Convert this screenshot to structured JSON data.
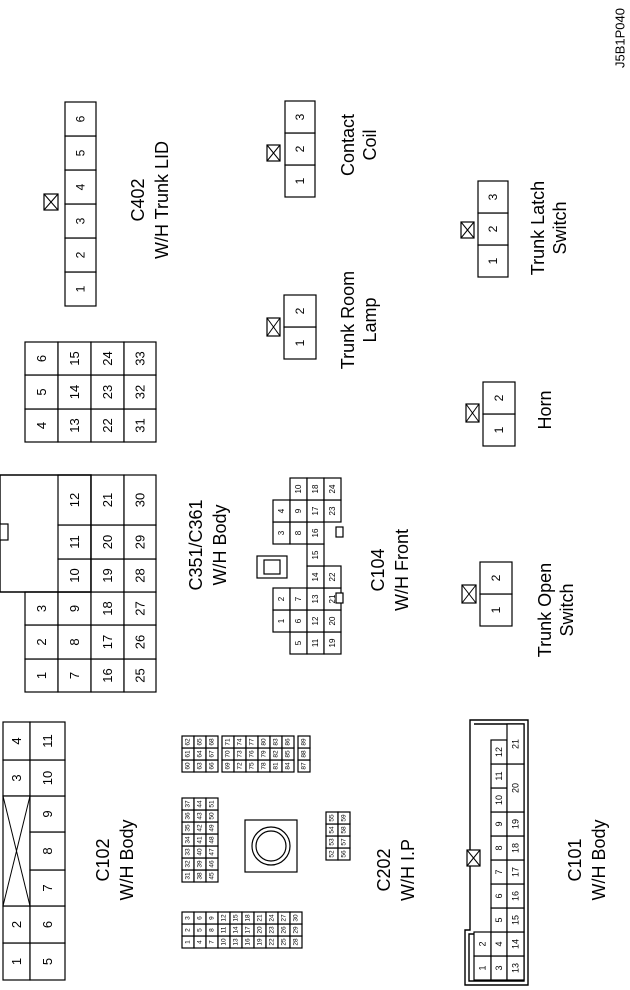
{
  "figure_id": "J5B1P040",
  "connectors": {
    "c402": {
      "labels": [
        "C402",
        "W/H Trunk LID"
      ],
      "pins": [
        "1",
        "2",
        "3",
        "4",
        "5",
        "6"
      ]
    },
    "contact_coil": {
      "labels": [
        "Contact",
        "Coil"
      ],
      "pins": [
        "1",
        "2",
        "3"
      ]
    },
    "trunk_latch": {
      "labels": [
        "Trunk Latch",
        "Switch"
      ],
      "pins": [
        "1",
        "2",
        "3"
      ]
    },
    "trunk_room": {
      "labels": [
        "Trunk Room",
        "Lamp"
      ],
      "pins": [
        "1",
        "2"
      ]
    },
    "horn": {
      "labels": [
        "Horn"
      ],
      "pins": [
        "1",
        "2"
      ]
    },
    "trunk_open": {
      "labels": [
        "Trunk Open",
        "Switch"
      ],
      "pins": [
        "1",
        "2"
      ]
    },
    "c351": {
      "labels": [
        "C351/C361",
        "W/H Body"
      ],
      "rows": [
        [
          "1",
          "2",
          "3",
          "",
          "",
          "",
          "",
          "4",
          "5",
          "6"
        ],
        [
          "7",
          "8",
          "9",
          "10",
          "11",
          "12",
          "",
          "13",
          "14",
          "15"
        ],
        [
          "16",
          "17",
          "18",
          "19",
          "20",
          "21",
          "",
          "22",
          "23",
          "24"
        ],
        [
          "25",
          "26",
          "27",
          "28",
          "29",
          "30",
          "",
          "31",
          "32",
          "33"
        ]
      ]
    },
    "c104": {
      "labels": [
        "C104",
        "W/H Front"
      ],
      "rows": [
        [
          "",
          "1",
          "2",
          "",
          "",
          "3",
          "4",
          ""
        ],
        [
          "5",
          "6",
          "7",
          "",
          "",
          "8",
          "9",
          "10"
        ],
        [
          "11",
          "12",
          "13",
          "14",
          "15",
          "16",
          "17",
          "18"
        ],
        [
          "19",
          "20",
          "21",
          "22",
          "",
          "",
          "23",
          "24"
        ]
      ]
    },
    "c102": {
      "labels": [
        "C102",
        "W/H Body"
      ],
      "rows": [
        [
          "1",
          "2",
          "",
          "",
          "3",
          "4"
        ],
        [
          "5",
          "6",
          "7",
          "8",
          "9",
          "10",
          "11"
        ]
      ]
    },
    "c202": {
      "labels": [
        "C202",
        "W/H I.P"
      ],
      "blocks": [
        [
          "1",
          "2",
          "3",
          "4",
          "5",
          "6",
          "7",
          "8",
          "9",
          "10",
          "11",
          "12",
          "13",
          "14",
          "15",
          "16",
          "17",
          "18",
          "19",
          "20",
          "21",
          "22",
          "23",
          "24",
          "25",
          "26",
          "27",
          "28",
          "29",
          "30"
        ],
        [
          "31",
          "32",
          "33",
          "34",
          "35",
          "36",
          "37",
          "38",
          "39",
          "40",
          "41",
          "42",
          "43",
          "44",
          "45",
          "46",
          "47",
          "48",
          "49",
          "50",
          "51"
        ],
        [
          "52",
          "53",
          "54",
          "55",
          "56",
          "57",
          "58",
          "59"
        ],
        [
          "60",
          "61",
          "62",
          "63",
          "64",
          "65",
          "66",
          "67",
          "68",
          "69",
          "70",
          "71",
          "72",
          "73",
          "74",
          "75",
          "76",
          "77",
          "78",
          "79",
          "80",
          "81",
          "82",
          "83",
          "84",
          "85",
          "86",
          "87",
          "88",
          "89"
        ]
      ]
    },
    "c101": {
      "labels": [
        "C101",
        "W/H Body"
      ],
      "rows": [
        [
          "1",
          "2"
        ],
        [
          "3",
          "4",
          "5",
          "6",
          "7",
          "8",
          "9",
          "10",
          "11",
          "12"
        ],
        [
          "13",
          "14",
          "15",
          "16",
          "17",
          "18",
          "19",
          "20",
          "21"
        ]
      ]
    }
  }
}
